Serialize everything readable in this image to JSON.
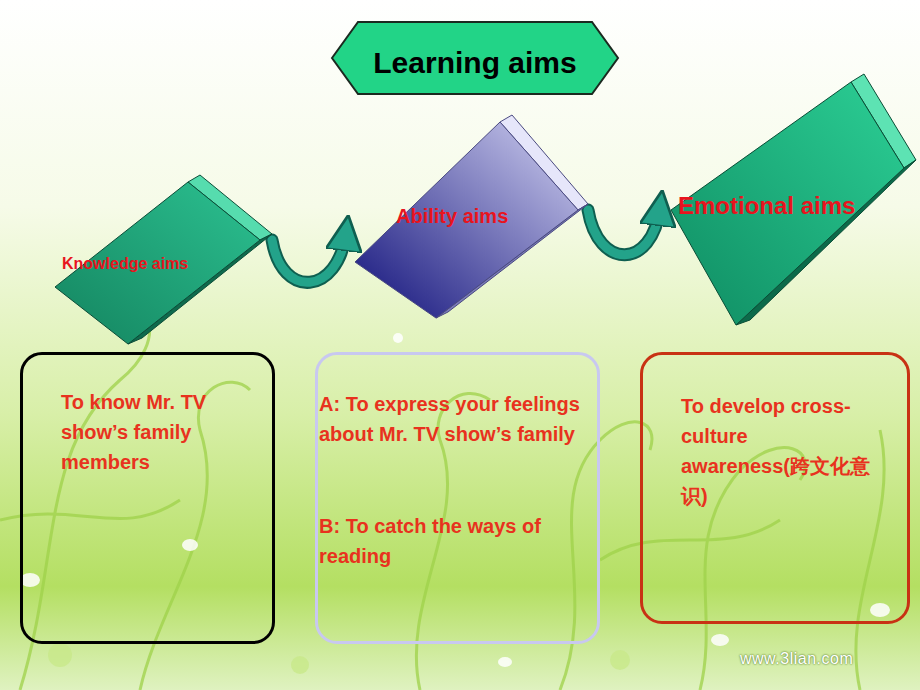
{
  "diagram": {
    "nodes": [
      {
        "text": [
          "Learning aims"
        ]
      },
      {
        "text": [
          "Knowledge aims"
        ]
      },
      {
        "text": [
          "Ability aims"
        ]
      },
      {
        "text": [
          "Emotional aims"
        ]
      },
      {
        "text": [
          "To know Mr. TV show’s family members"
        ]
      },
      {
        "text": [
          "A: To express your feelings about Mr. TV show’s family",
          "B: To catch the ways of reading"
        ]
      },
      {
        "text": [
          "To develop cross-culture awareness(跨文化意识)"
        ]
      }
    ],
    "edges": [
      {
        "from": 1,
        "to": 2,
        "arrow": "to"
      },
      {
        "from": 2,
        "to": 3,
        "arrow": "to"
      }
    ],
    "labels": [
      "www.3lian.com"
    ]
  }
}
